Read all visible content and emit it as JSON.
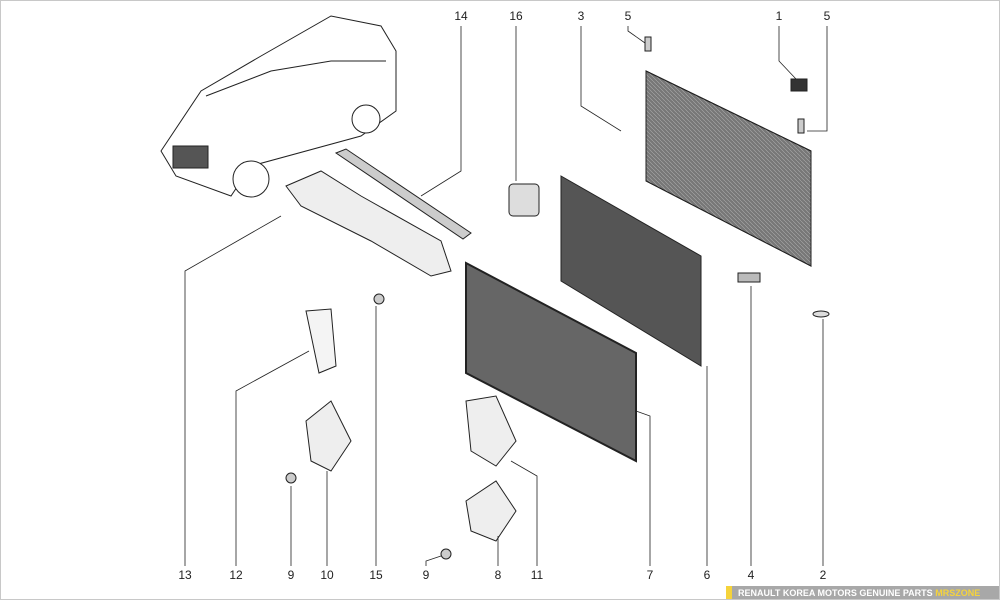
{
  "diagram": {
    "top_callouts": [
      "14",
      "16",
      "3",
      "5",
      "1",
      "5"
    ],
    "bottom_callouts": [
      "13",
      "12",
      "9",
      "10",
      "15",
      "9",
      "8",
      "11",
      "7",
      "6",
      "4",
      "2"
    ]
  },
  "banner": {
    "text": "RENAULT KOREA MOTORS GENUINE PARTS",
    "brand": "MRSZONE",
    "accent": "#f5d33b",
    "bg": "#a8a8a8"
  }
}
